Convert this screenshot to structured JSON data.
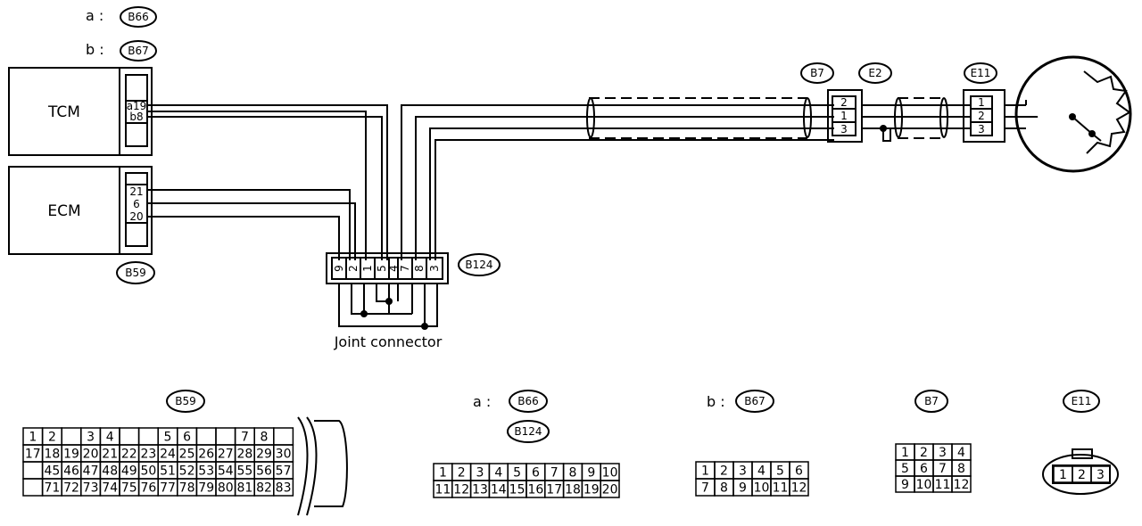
{
  "labels": {
    "a_prefix": "a :",
    "b_prefix": "b :",
    "a_conn": "B66",
    "b_conn": "B67",
    "tcm": "TCM",
    "ecm": "ECM",
    "b59": "B59",
    "b124": "B124",
    "b7": "B7",
    "e2": "E2",
    "e11": "E11",
    "joint": "Joint connector"
  },
  "tcm_pins": [
    "a19",
    "b8"
  ],
  "ecm_pins": [
    "21",
    "6",
    "20"
  ],
  "joint_pins": [
    "9",
    "2",
    "1",
    "5",
    "4",
    "7",
    "8",
    "3"
  ],
  "b7_pins": [
    "2",
    "1",
    "3"
  ],
  "e11_pins": [
    "1",
    "2",
    "3"
  ],
  "bottom": {
    "b59_title": "B59",
    "b66_prefix": "a :",
    "b66_title": "B66",
    "b124_title": "B124",
    "b67_prefix": "b :",
    "b67_title": "B67",
    "b7_title": "B7",
    "e11_title": "E11",
    "b59_rows": [
      [
        "1",
        "2",
        "",
        "3",
        "4",
        "",
        "",
        "5",
        "6",
        "",
        "",
        "7",
        "8",
        ""
      ],
      [
        "17",
        "18",
        "19",
        "20",
        "21",
        "22",
        "23",
        "24",
        "25",
        "26",
        "27",
        "28",
        "29",
        "30"
      ],
      [
        "",
        "45",
        "46",
        "47",
        "48",
        "49",
        "50",
        "51",
        "52",
        "53",
        "54",
        "55",
        "56",
        "57"
      ],
      [
        "",
        "71",
        "72",
        "73",
        "74",
        "75",
        "76",
        "77",
        "78",
        "79",
        "80",
        "81",
        "82",
        "83"
      ]
    ],
    "b66_rows": [
      [
        "1",
        "2",
        "3",
        "4",
        "5",
        "6",
        "7",
        "8",
        "9",
        "10"
      ],
      [
        "11",
        "12",
        "13",
        "14",
        "15",
        "16",
        "17",
        "18",
        "19",
        "20"
      ]
    ],
    "b67_rows": [
      [
        "1",
        "2",
        "3",
        "4",
        "5",
        "6"
      ],
      [
        "7",
        "8",
        "9",
        "10",
        "11",
        "12"
      ]
    ],
    "b7_rows": [
      [
        "1",
        "2",
        "3",
        "4"
      ],
      [
        "5",
        "6",
        "7",
        "8"
      ],
      [
        "9",
        "10",
        "11",
        "12"
      ]
    ],
    "e11_row": [
      "1",
      "2",
      "3"
    ]
  }
}
